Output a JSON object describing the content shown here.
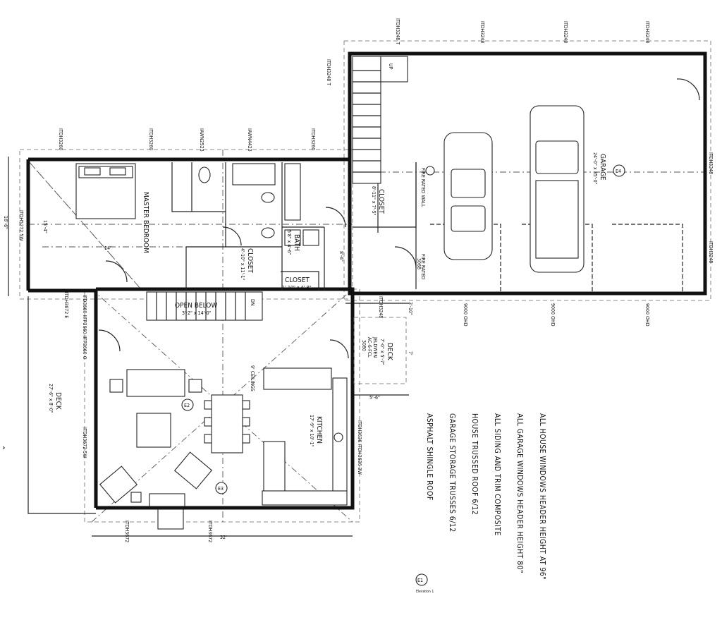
{
  "rooms": {
    "master_bedroom": {
      "name": "MASTER BEDROOM"
    },
    "bath": {
      "name": "BATH",
      "size": "5'8\" x 4'-6\""
    },
    "closet_master": {
      "name": "CLOSET",
      "size": "4'-10\" x 11'-1\""
    },
    "closet_small": {
      "name": "CLOSET",
      "size": "1'-10\" x 4'-8\""
    },
    "closet_garage": {
      "name": "CLOSET",
      "size": "8'-11\" x 7'-5\""
    },
    "open_below": {
      "name": "OPEN BELOW",
      "size": "3'-2\" x 14'-0\""
    },
    "garage": {
      "name": "GARAGE",
      "size": "24'-0\" x 35'-0\""
    },
    "kitchen": {
      "name": "KITCHEN",
      "size": "17'-9\" x 10'-1\""
    },
    "deck_small": {
      "name": "DECK",
      "size": "7'-0\" x 5'-7\""
    },
    "deck_large": {
      "name": "DECK",
      "size": "27'-6\" x 8'-0\""
    }
  },
  "dimensions": {
    "d_16_6": "16'-6\"",
    "d_15_4": "15'-4\"",
    "d_14": "14'",
    "d_8_6": "8'-6\"",
    "d_3_10": "3'-10\"",
    "d_7": "7'",
    "d_5_6": "5'-6\"",
    "d_32": "32'"
  },
  "labels": {
    "ceilings": "9' CEILINGS",
    "fire_rated_wall": "FIRE RATED WALL",
    "fire_rated": "FIRE RATED",
    "up": "UP",
    "dn": "DN",
    "ohd1": "9000 OHD",
    "ohd2": "9000 OHD",
    "ohd3": "9000 OHD",
    "door_3068": "3068",
    "jeld_wen": "JELDWEN",
    "ac_fc": "AC-6-FCL",
    "door_3080": "3080",
    "elevation_tag": "E1",
    "elevation_sub": "Elevation 1",
    "elev_e2": "E2",
    "elev_e3": "E3",
    "elev_e4": "E4",
    "win_itdh3260_1": "ITDH3260",
    "win_itdh3260_2": "ITDH3260",
    "win_iawn2523": "IAWN2523",
    "win_iawn4423": "IAWN4423",
    "win_itdh3260_3": "ITDH3260",
    "win_itdh3248t_1": "ITDH3248 T",
    "win_itdh3248t_2": "ITDH3248 T",
    "win_itdh3248_1": "ITDH3248",
    "win_itdh3248_2": "ITDH3248",
    "win_itdh3248_3": "ITDH3248",
    "win_itdh3248_side": "ITDH3248",
    "win_itdh3248_4": "ITDH3248",
    "win_left_top": "ITDH5272 5W",
    "win_left_mid": "ITDH3672 E",
    "win_left_long": "IFD3660 IIFP3660 IIFP3660 O",
    "win_left_bot": "ITDH3672 5W",
    "win_bottom_1": "ITDH3672",
    "win_bottom_2": "ITDH3672",
    "win_right_kitchen": "ITDH3636 ITDH3636 3W"
  },
  "notes": [
    "ALL HOUSE WINDOWS HEADER HEIGHT AT 96\"",
    "ALL GARAGE WINDOWS HEADER HEIGHT 80\"",
    "ALL SIDING AND TRIM COMPOSITE",
    "HOUSE TRUSSED ROOF 6/12",
    "GARAGE STORAGE TRUSSES 6/12",
    "ASPHALT SHINGLE ROOF"
  ]
}
